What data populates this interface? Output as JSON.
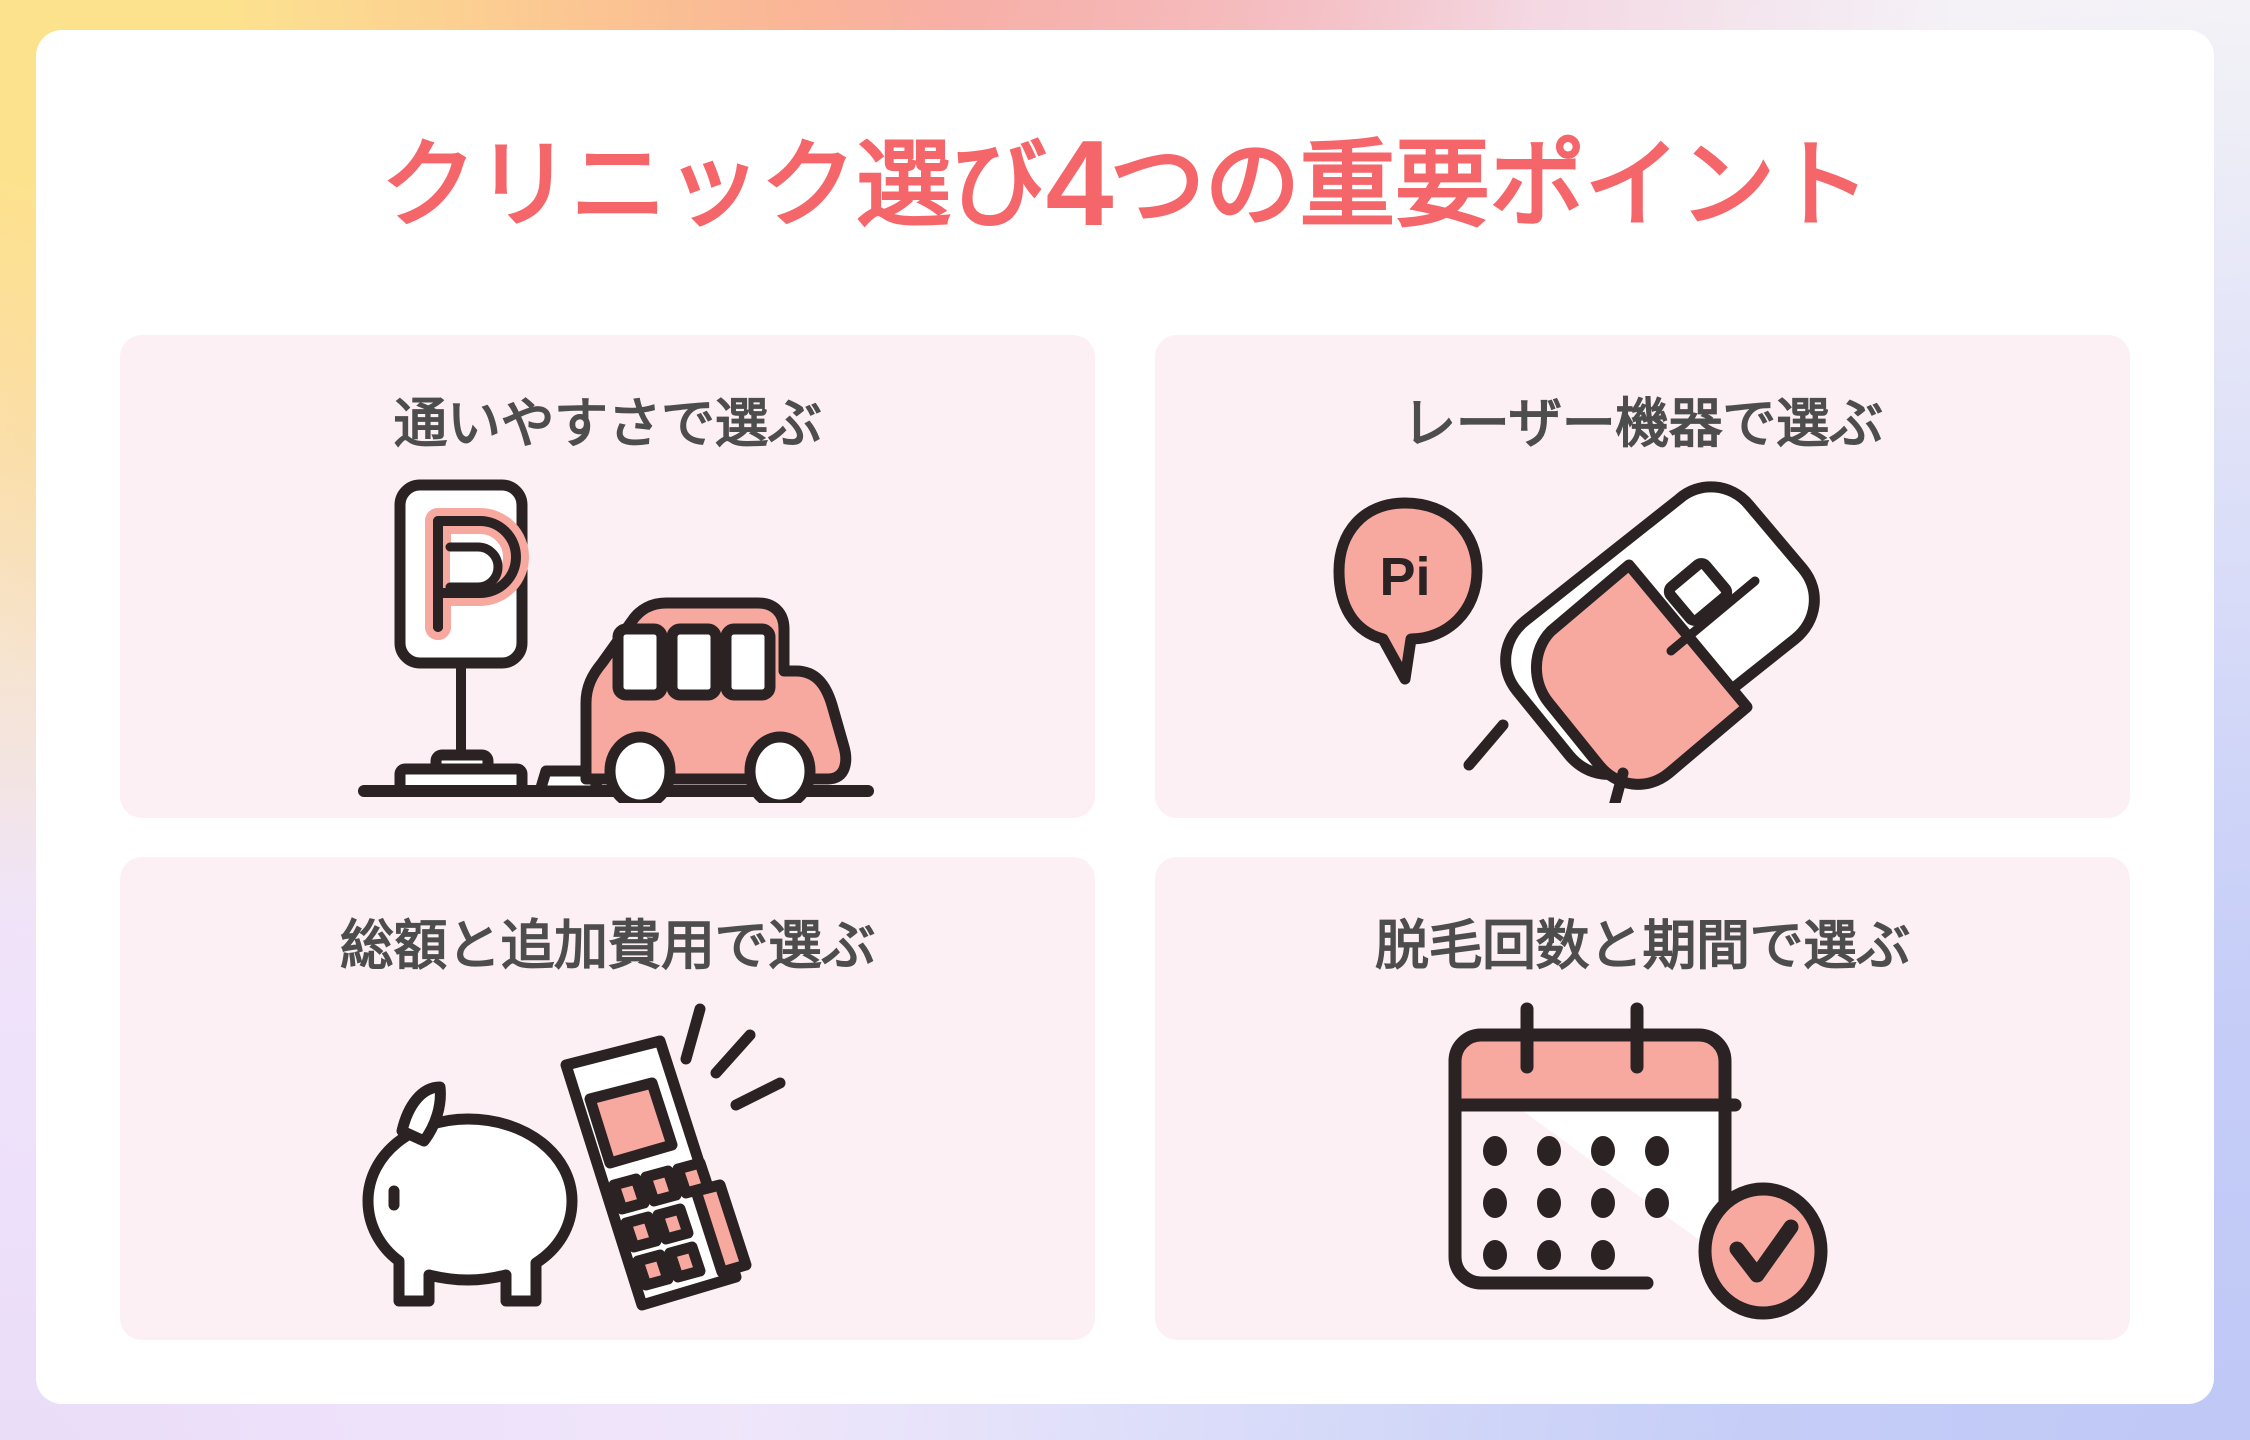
{
  "header": {
    "title_prefix": "クリニック選び",
    "title_number": "4",
    "title_suffix": "つの重要ポイント",
    "title_full": "クリニック選び4つの重要ポイント",
    "title_color": "#f5666b"
  },
  "theme": {
    "panel_bg": "#ffffff",
    "card_bg": "#fcf0f4",
    "card_title_color": "#4d4d4d",
    "accent_pink": "#f7a9a0",
    "ink": "#2b2224",
    "bg_yellow": "#fde28e",
    "bg_salmon": "#f9a694",
    "bg_pink": "#f2c4d4",
    "bg_lavender": "#eee1fa",
    "bg_periwinkle": "#c4ccf7"
  },
  "cards": [
    {
      "title": "通いやすさで選ぶ",
      "icon": "parking-sign-and-car-icon",
      "sign_letter": "P"
    },
    {
      "title": "レーザー機器で選ぶ",
      "icon": "laser-handpiece-icon",
      "bubble_text": "Pi"
    },
    {
      "title": "総額と追加費用で選ぶ",
      "icon": "piggy-bank-and-calculator-icon"
    },
    {
      "title": "脱毛回数と期間で選ぶ",
      "icon": "calendar-with-check-icon"
    }
  ]
}
